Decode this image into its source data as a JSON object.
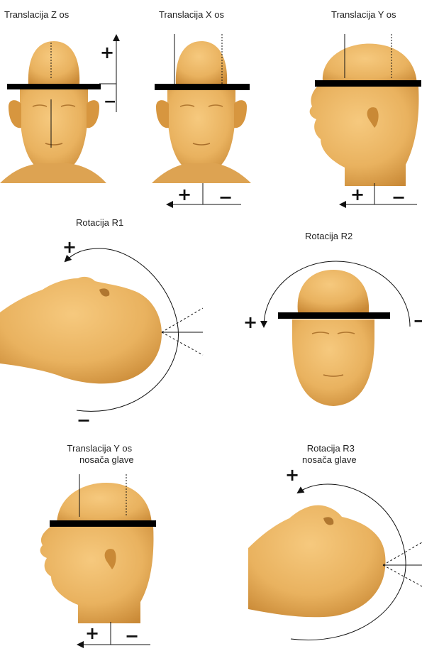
{
  "colors": {
    "skin": "#E9B25F",
    "skin_dark": "#D7963F",
    "skin_shadow": "#C98936",
    "bar": "#000000",
    "line": "#111111"
  },
  "panels": {
    "p1": {
      "title": "Translacija Z os",
      "plus": "+",
      "minus": "−"
    },
    "p2": {
      "title": "Translacija X os",
      "plus": "+",
      "minus": "−"
    },
    "p3": {
      "title": "Translacija Y os",
      "plus": "+",
      "minus": "−"
    },
    "p4": {
      "title": "Rotacija R1",
      "plus": "+",
      "minus": "−"
    },
    "p5": {
      "title": "Rotacija R2",
      "plus": "+",
      "minus": "−"
    },
    "p6": {
      "title_line1": "Translacija Y os",
      "title_line2": "nosača glave",
      "plus": "+",
      "minus": "−"
    },
    "p7": {
      "title_line1": "Rotacija R3",
      "title_line2": "nosača glave",
      "plus": "+"
    }
  }
}
